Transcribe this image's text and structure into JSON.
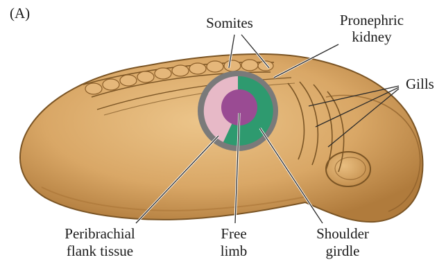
{
  "panel_label": "(A)",
  "labels": {
    "somites": "Somites",
    "pronephric_line1": "Pronephric",
    "pronephric_line2": "kidney",
    "gills": "Gills",
    "peribrachial_line1": "Peribrachial",
    "peribrachial_line2": "flank tissue",
    "free_limb_line1": "Free",
    "free_limb_line2": "limb",
    "shoulder_line1": "Shoulder",
    "shoulder_line2": "girdle"
  },
  "colors": {
    "embryo_fill": "#d9a766",
    "embryo_outline": "#7a5424",
    "limb_ring": "#7a7a7a",
    "peribrachial": "#e7b9c7",
    "shoulder_girdle": "#2e9a6f",
    "free_limb": "#9a4b93"
  }
}
